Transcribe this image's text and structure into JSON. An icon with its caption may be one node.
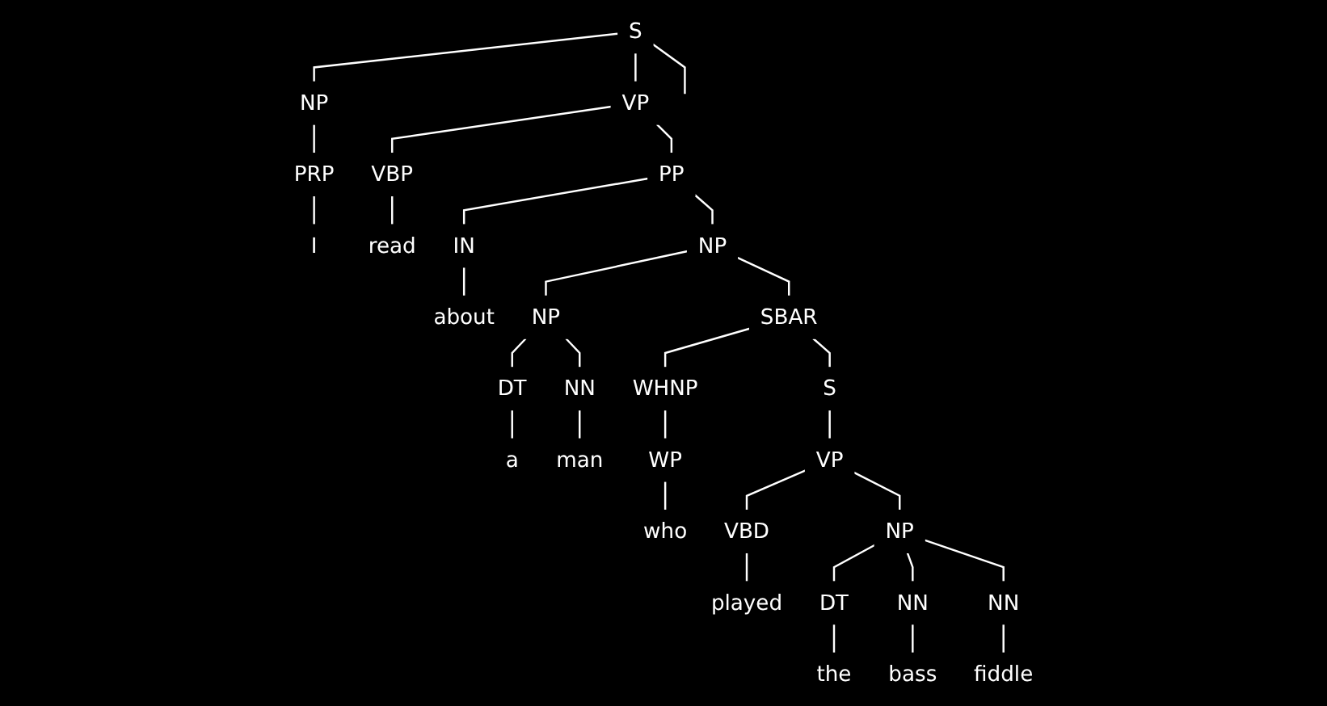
{
  "diagram": {
    "nodes": [
      {
        "text": [
          "S"
        ]
      },
      {
        "text": [
          "NP"
        ]
      },
      {
        "text": [
          "VP"
        ]
      },
      {
        "text": [
          "PRP"
        ]
      },
      {
        "text": [
          "VBP"
        ]
      },
      {
        "text": [
          "PP"
        ]
      },
      {
        "text": [
          "I"
        ]
      },
      {
        "text": [
          "read"
        ]
      },
      {
        "text": [
          "IN"
        ]
      },
      {
        "text": [
          "NP"
        ]
      },
      {
        "text": [
          "about"
        ]
      },
      {
        "text": [
          "NP"
        ]
      },
      {
        "text": [
          "SBAR"
        ]
      },
      {
        "text": [
          "DT"
        ]
      },
      {
        "text": [
          "NN"
        ]
      },
      {
        "text": [
          "WHNP"
        ]
      },
      {
        "text": [
          "S"
        ]
      },
      {
        "text": [
          "a"
        ]
      },
      {
        "text": [
          "man"
        ]
      },
      {
        "text": [
          "WP"
        ]
      },
      {
        "text": [
          "VP"
        ]
      },
      {
        "text": [
          "who"
        ]
      },
      {
        "text": [
          "VBD"
        ]
      },
      {
        "text": [
          "NP"
        ]
      },
      {
        "text": [
          "played"
        ]
      },
      {
        "text": [
          "DT"
        ]
      },
      {
        "text": [
          "NN"
        ]
      },
      {
        "text": [
          "NN"
        ]
      },
      {
        "text": [
          "the"
        ]
      },
      {
        "text": [
          "bass"
        ]
      },
      {
        "text": [
          "fiddle"
        ]
      }
    ],
    "edges": [
      {
        "from": 0,
        "to": 1,
        "arrow": "none"
      },
      {
        "from": 0,
        "to": 2,
        "arrow": "none"
      },
      {
        "from": 1,
        "to": 3,
        "arrow": "none"
      },
      {
        "from": 2,
        "to": 4,
        "arrow": "none"
      },
      {
        "from": 2,
        "to": 5,
        "arrow": "none"
      },
      {
        "from": 3,
        "to": 6,
        "arrow": "none"
      },
      {
        "from": 4,
        "to": 7,
        "arrow": "none"
      },
      {
        "from": 5,
        "to": 8,
        "arrow": "none"
      },
      {
        "from": 5,
        "to": 9,
        "arrow": "none"
      },
      {
        "from": 8,
        "to": 10,
        "arrow": "none"
      },
      {
        "from": 9,
        "to": 11,
        "arrow": "none"
      },
      {
        "from": 9,
        "to": 12,
        "arrow": "none"
      },
      {
        "from": 11,
        "to": 13,
        "arrow": "none"
      },
      {
        "from": 11,
        "to": 14,
        "arrow": "none"
      },
      {
        "from": 12,
        "to": 15,
        "arrow": "none"
      },
      {
        "from": 12,
        "to": 16,
        "arrow": "none"
      },
      {
        "from": 13,
        "to": 17,
        "arrow": "none"
      },
      {
        "from": 14,
        "to": 18,
        "arrow": "none"
      },
      {
        "from": 15,
        "to": 19,
        "arrow": "none"
      },
      {
        "from": 16,
        "to": 20,
        "arrow": "none"
      },
      {
        "from": 19,
        "to": 21,
        "arrow": "none"
      },
      {
        "from": 20,
        "to": 22,
        "arrow": "none"
      },
      {
        "from": 20,
        "to": 23,
        "arrow": "none"
      },
      {
        "from": 22,
        "to": 24,
        "arrow": "none"
      },
      {
        "from": 23,
        "to": 25,
        "arrow": "none"
      },
      {
        "from": 23,
        "to": 26,
        "arrow": "none"
      },
      {
        "from": 23,
        "to": 27,
        "arrow": "none"
      },
      {
        "from": 25,
        "to": 28,
        "arrow": "none"
      },
      {
        "from": 26,
        "to": 29,
        "arrow": "none"
      },
      {
        "from": 27,
        "to": 30,
        "arrow": "none"
      },
      {
        "from": 0,
        "to": null,
        "arrow": "none"
      }
    ]
  }
}
